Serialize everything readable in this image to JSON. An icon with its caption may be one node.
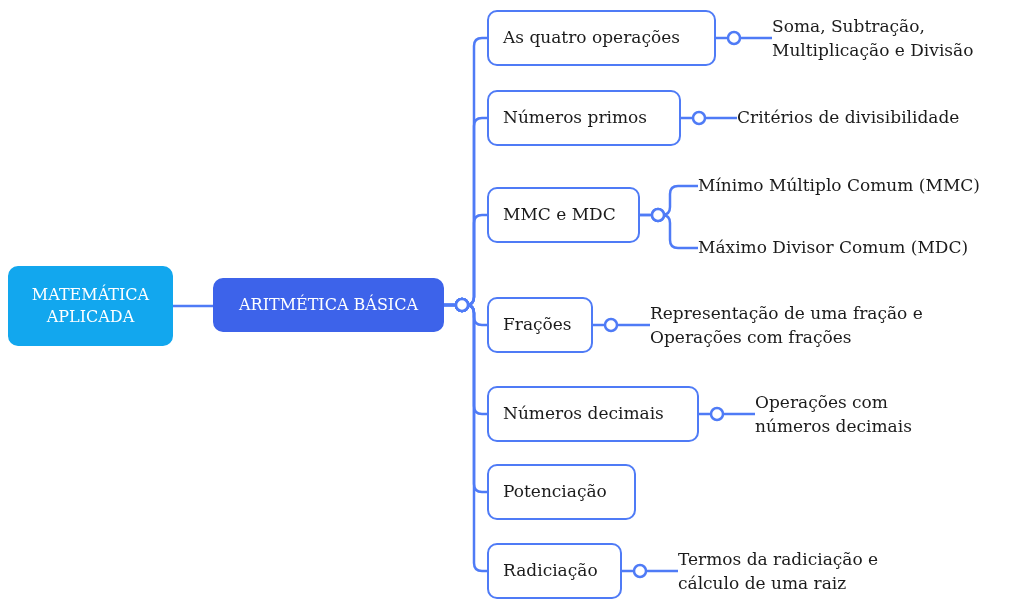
{
  "diagram": {
    "nodes": [
      {
        "text": [
          "MATEMÁTICA APLICADA"
        ]
      },
      {
        "text": [
          "ARITMÉTICA BÁSICA"
        ]
      },
      {
        "text": [
          "As quatro operações"
        ]
      },
      {
        "text": [
          "Números primos"
        ]
      },
      {
        "text": [
          "MMC e MDC"
        ]
      },
      {
        "text": [
          "Frações"
        ]
      },
      {
        "text": [
          "Números decimais"
        ]
      },
      {
        "text": [
          "Potenciação"
        ]
      },
      {
        "text": [
          "Radiciação"
        ]
      },
      {
        "text": [
          "Soma, Subtração, Multiplicação e Divisão"
        ]
      },
      {
        "text": [
          "Critérios de divisibilidade"
        ]
      },
      {
        "text": [
          "Mínimo Múltiplo Comum (MMC)"
        ]
      },
      {
        "text": [
          "Máximo Divisor Comum (MDC)"
        ]
      },
      {
        "text": [
          "Representação de uma fração e Operações com frações"
        ]
      },
      {
        "text": [
          "Operações com números decimais"
        ]
      },
      {
        "text": [
          "Termos da radiciação e cálculo de uma raiz"
        ]
      }
    ],
    "edges": [
      {
        "from": 0,
        "to": 1,
        "arrow": "none"
      },
      {
        "from": 1,
        "to": 2,
        "arrow": "other"
      },
      {
        "from": 1,
        "to": 3,
        "arrow": "other"
      },
      {
        "from": 1,
        "to": 4,
        "arrow": "other"
      },
      {
        "from": 1,
        "to": 5,
        "arrow": "other"
      },
      {
        "from": 1,
        "to": 6,
        "arrow": "other"
      },
      {
        "from": 1,
        "to": 7,
        "arrow": "other"
      },
      {
        "from": 1,
        "to": 8,
        "arrow": "other"
      },
      {
        "from": 2,
        "to": 9,
        "arrow": "other"
      },
      {
        "from": 3,
        "to": 10,
        "arrow": "other"
      },
      {
        "from": 4,
        "to": 11,
        "arrow": "other"
      },
      {
        "from": 4,
        "to": 12,
        "arrow": "other"
      },
      {
        "from": 5,
        "to": 13,
        "arrow": "other"
      },
      {
        "from": 6,
        "to": 14,
        "arrow": "other"
      },
      {
        "from": 8,
        "to": 15,
        "arrow": "other"
      }
    ]
  }
}
